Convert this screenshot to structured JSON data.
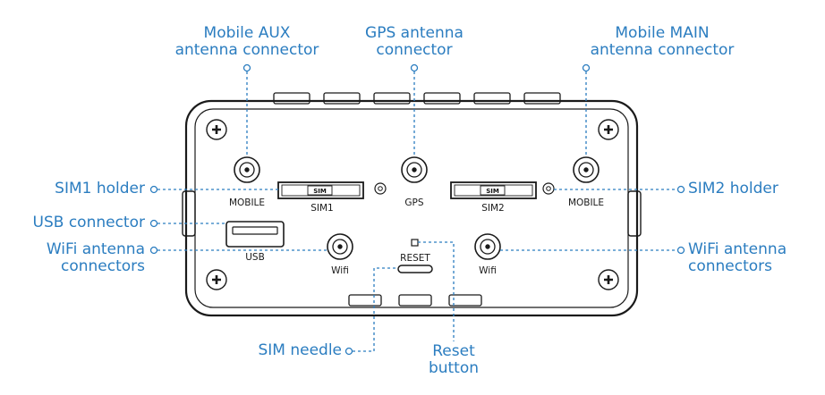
{
  "callouts": {
    "mobile_aux": [
      "Mobile AUX",
      "antenna connector"
    ],
    "gps": [
      "GPS antenna",
      "connector"
    ],
    "mobile_main": [
      "Mobile MAIN",
      "antenna connector"
    ],
    "sim1_holder": "SIM1 holder",
    "usb_connector": "USB connector",
    "wifi_left": [
      "WiFi antenna",
      "connectors"
    ],
    "sim2_holder": "SIM2 holder",
    "wifi_right": [
      "WiFi antenna",
      "connectors"
    ],
    "sim_needle": "SIM needle",
    "reset_button": [
      "Reset",
      "button"
    ]
  },
  "device_labels": {
    "mobile_left": "MOBILE",
    "sim1": "SIM1",
    "gps": "GPS",
    "sim2": "SIM2",
    "mobile_right": "MOBILE",
    "usb": "USB",
    "wifi_left": "Wifi",
    "reset": "RESET",
    "wifi_right": "Wifi",
    "sim_tray_1": "SIM",
    "sim_tray_2": "SIM"
  },
  "colors": {
    "callout_text": "#2b7dc0",
    "leader_line": "#2b7dc0",
    "device_outline": "#1a1a1a"
  },
  "icons": [
    "cross-screw-icon",
    "antenna-connector-icon",
    "led-indicator-icon"
  ]
}
